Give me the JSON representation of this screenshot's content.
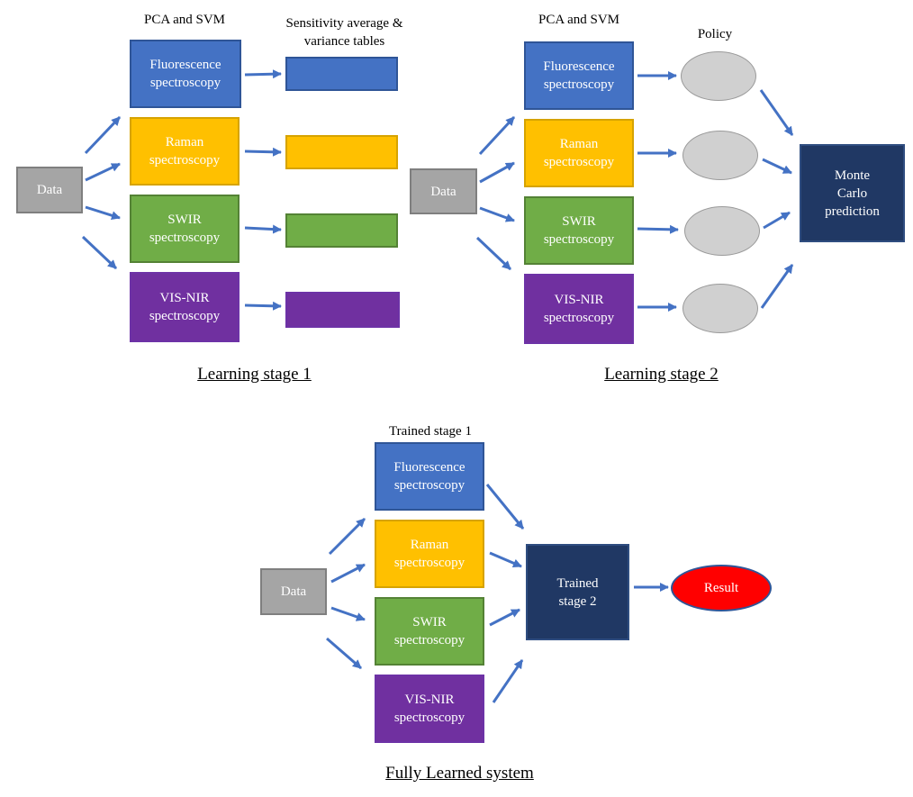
{
  "colors": {
    "fluorescence": "#4472c4",
    "raman": "#ffc000",
    "swir": "#70ad47",
    "visnir": "#7030a0",
    "data": "#a5a5a5",
    "dark_box": "#203864",
    "policy_oval": "#d0d0d0",
    "result": "#ff0000",
    "arrow": "#4472c4"
  },
  "stage1": {
    "header_pca": "PCA and SVM",
    "header_tables": "Sensitivity average &\nvariance tables",
    "data": "Data",
    "boxes": [
      "Fluorescence\nspectroscopy",
      "Raman\nspectroscopy",
      "SWIR\nspectroscopy",
      "VIS-NIR\nspectroscopy"
    ],
    "caption": "Learning stage 1"
  },
  "stage2": {
    "header_pca": "PCA and SVM",
    "header_policy": "Policy",
    "data": "Data",
    "boxes": [
      "Fluorescence\nspectroscopy",
      "Raman\nspectroscopy",
      "SWIR\nspectroscopy",
      "VIS-NIR\nspectroscopy"
    ],
    "monte_carlo": "Monte\nCarlo\nprediction",
    "caption": "Learning stage 2"
  },
  "stage3": {
    "header": "Trained stage 1",
    "data": "Data",
    "boxes": [
      "Fluorescence\nspectroscopy",
      "Raman\nspectroscopy",
      "SWIR\nspectroscopy",
      "VIS-NIR\nspectroscopy"
    ],
    "trained2": "Trained\nstage 2",
    "result": "Result",
    "caption": "Fully Learned system"
  }
}
